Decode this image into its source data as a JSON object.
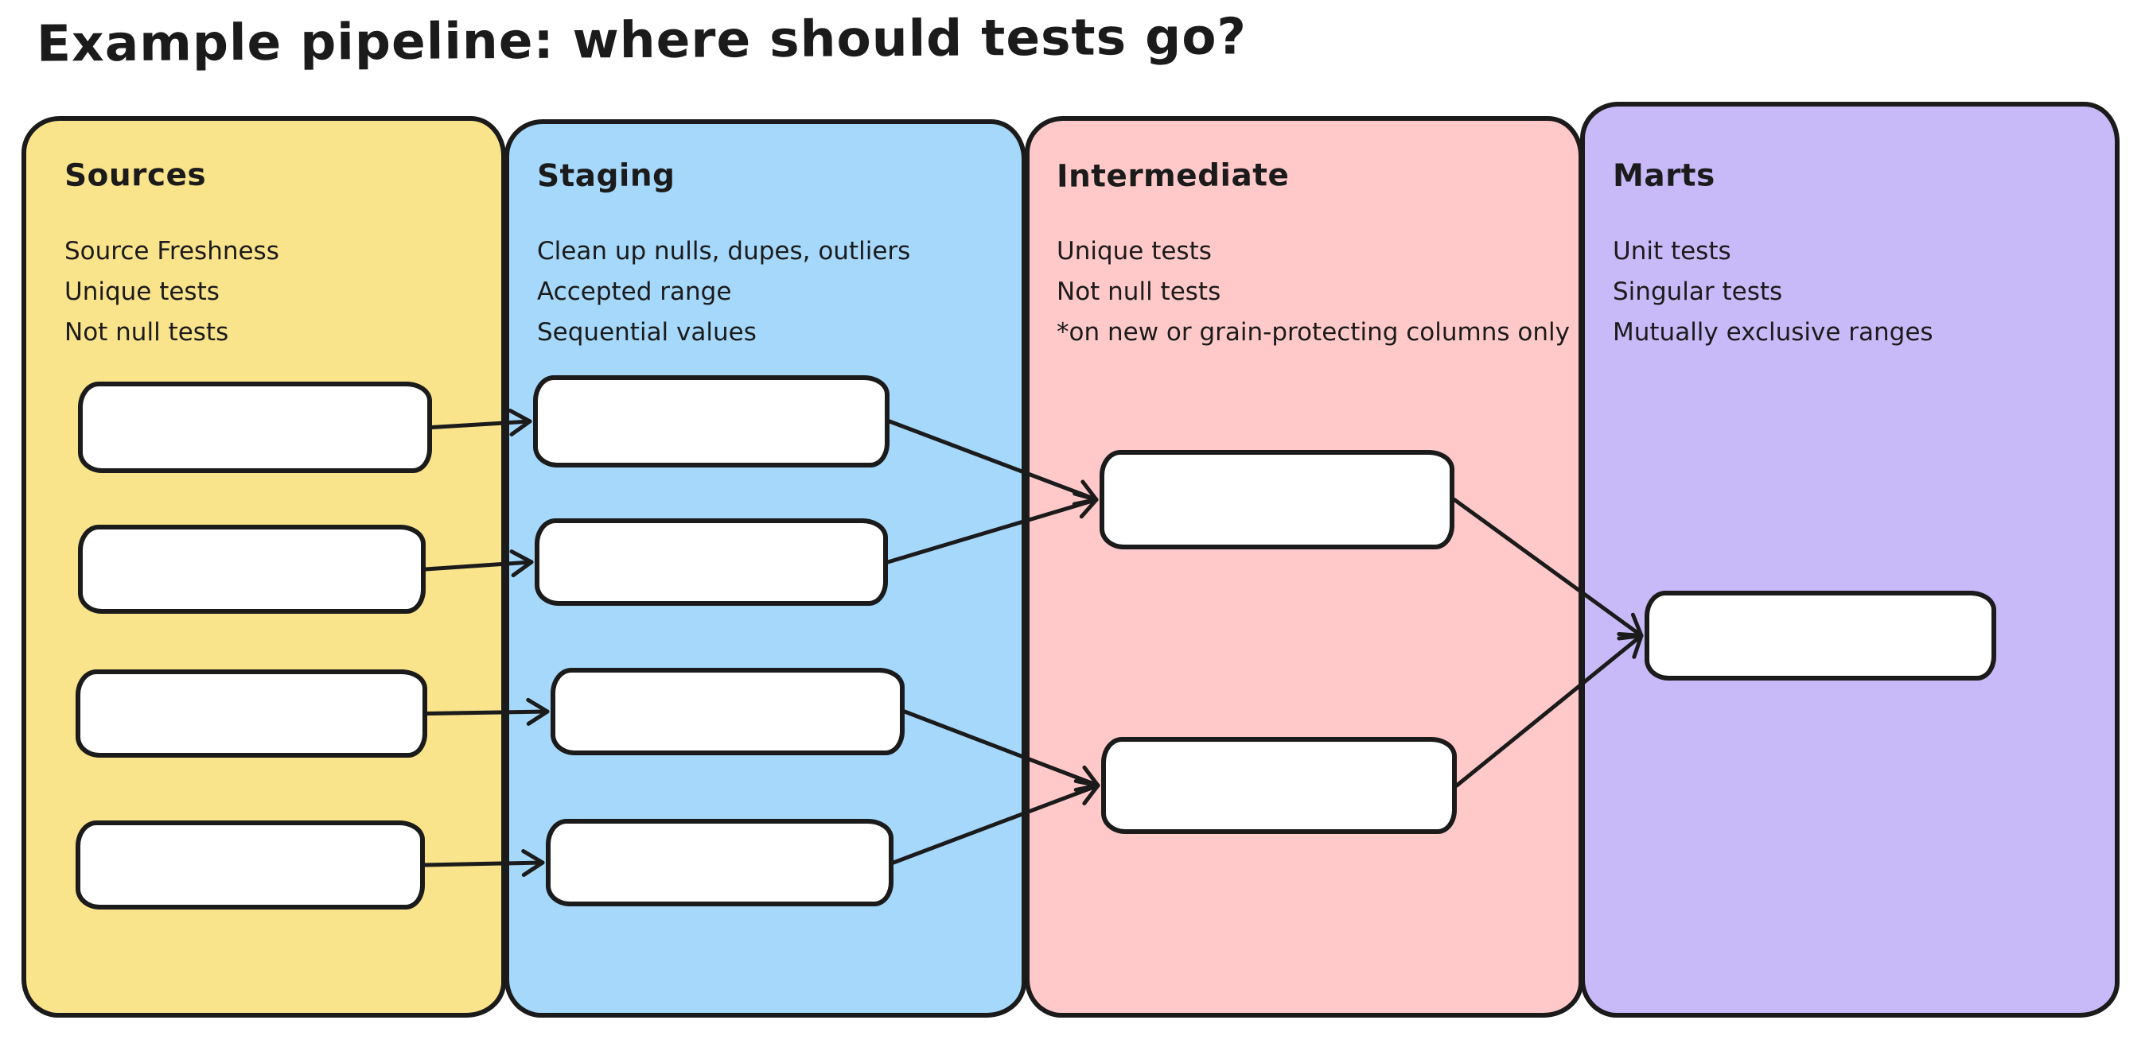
{
  "title": "Example pipeline: where should tests go?",
  "ink_color": "#1b1b1b",
  "columns": [
    {
      "id": "sources",
      "label": "Sources",
      "color": "#F9E38B",
      "notes": [
        "Source Freshness",
        "Unique tests",
        "Not null tests"
      ]
    },
    {
      "id": "staging",
      "label": "Staging",
      "color": "#A5D8FB",
      "notes": [
        "Clean up nulls, dupes, outliers",
        "Accepted range",
        "Sequential values"
      ]
    },
    {
      "id": "intermediate",
      "label": "Intermediate",
      "color": "#FFC9C9",
      "notes": [
        "Unique tests",
        "Not null tests",
        "*on new or grain-protecting columns only"
      ]
    },
    {
      "id": "marts",
      "label": "Marts",
      "color": "#C8BAF8",
      "notes": [
        "Unit tests",
        "Singular tests",
        "Mutually exclusive ranges"
      ]
    }
  ],
  "nodes": [
    {
      "id": "src-1",
      "column": "sources"
    },
    {
      "id": "src-2",
      "column": "sources"
    },
    {
      "id": "src-3",
      "column": "sources"
    },
    {
      "id": "src-4",
      "column": "sources"
    },
    {
      "id": "stg-1",
      "column": "staging"
    },
    {
      "id": "stg-2",
      "column": "staging"
    },
    {
      "id": "stg-3",
      "column": "staging"
    },
    {
      "id": "stg-4",
      "column": "staging"
    },
    {
      "id": "int-1",
      "column": "intermediate"
    },
    {
      "id": "int-2",
      "column": "intermediate"
    },
    {
      "id": "mart-1",
      "column": "marts"
    }
  ],
  "edges": [
    {
      "from": "src-1",
      "to": "stg-1"
    },
    {
      "from": "src-2",
      "to": "stg-2"
    },
    {
      "from": "src-3",
      "to": "stg-3"
    },
    {
      "from": "src-4",
      "to": "stg-4"
    },
    {
      "from": "stg-1",
      "to": "int-1"
    },
    {
      "from": "stg-2",
      "to": "int-1"
    },
    {
      "from": "stg-3",
      "to": "int-2"
    },
    {
      "from": "stg-4",
      "to": "int-2"
    },
    {
      "from": "int-1",
      "to": "mart-1"
    },
    {
      "from": "int-2",
      "to": "mart-1"
    }
  ]
}
